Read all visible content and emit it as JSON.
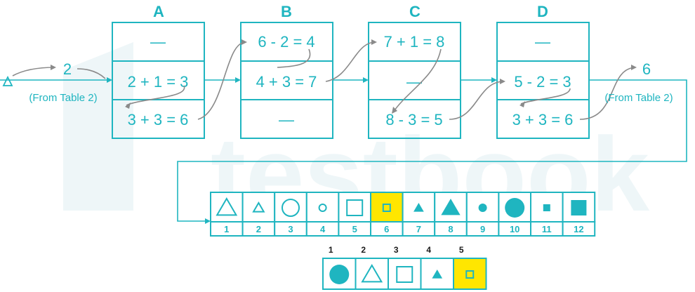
{
  "columns": [
    {
      "header": "A",
      "rows": [
        "—",
        "2 + 1 = 3",
        "3 + 3 = 6"
      ]
    },
    {
      "header": "B",
      "rows": [
        "6 - 2 = 4",
        "4 + 3 = 7",
        "—"
      ]
    },
    {
      "header": "C",
      "rows": [
        "7 + 1 = 8",
        "—",
        "8 - 3 = 5"
      ]
    },
    {
      "header": "D",
      "rows": [
        "—",
        "5 - 2 = 3",
        "3 + 3 = 6"
      ]
    }
  ],
  "inputs": {
    "start_value": "2",
    "start_note": "(From Table 2)",
    "end_value": "6",
    "end_note": "(From Table 2)"
  },
  "watermark": "testbook",
  "symbol_table": {
    "cells": [
      {
        "index": "1",
        "shape": "triangle-outline-large-icon"
      },
      {
        "index": "2",
        "shape": "triangle-outline-small-icon"
      },
      {
        "index": "3",
        "shape": "circle-outline-large-icon"
      },
      {
        "index": "4",
        "shape": "circle-outline-small-icon"
      },
      {
        "index": "5",
        "shape": "square-outline-large-icon"
      },
      {
        "index": "6",
        "shape": "square-outline-small-icon",
        "highlight": true
      },
      {
        "index": "7",
        "shape": "triangle-filled-small-icon"
      },
      {
        "index": "8",
        "shape": "triangle-filled-large-icon"
      },
      {
        "index": "9",
        "shape": "circle-filled-small-icon"
      },
      {
        "index": "10",
        "shape": "circle-filled-large-icon"
      },
      {
        "index": "11",
        "shape": "square-filled-small-icon"
      },
      {
        "index": "12",
        "shape": "square-filled-large-icon"
      }
    ]
  },
  "answer_row": {
    "cells": [
      {
        "index": "1",
        "shape": "circle-filled-large-icon"
      },
      {
        "index": "2",
        "shape": "triangle-outline-large-icon"
      },
      {
        "index": "3",
        "shape": "square-outline-large-icon"
      },
      {
        "index": "4",
        "shape": "triangle-filled-small-icon"
      },
      {
        "index": "5",
        "shape": "square-outline-small-icon",
        "highlight": true
      }
    ]
  },
  "colors": {
    "accent": "#1fb5c0",
    "highlight": "#ffe600",
    "curve": "#8a8a8a"
  }
}
